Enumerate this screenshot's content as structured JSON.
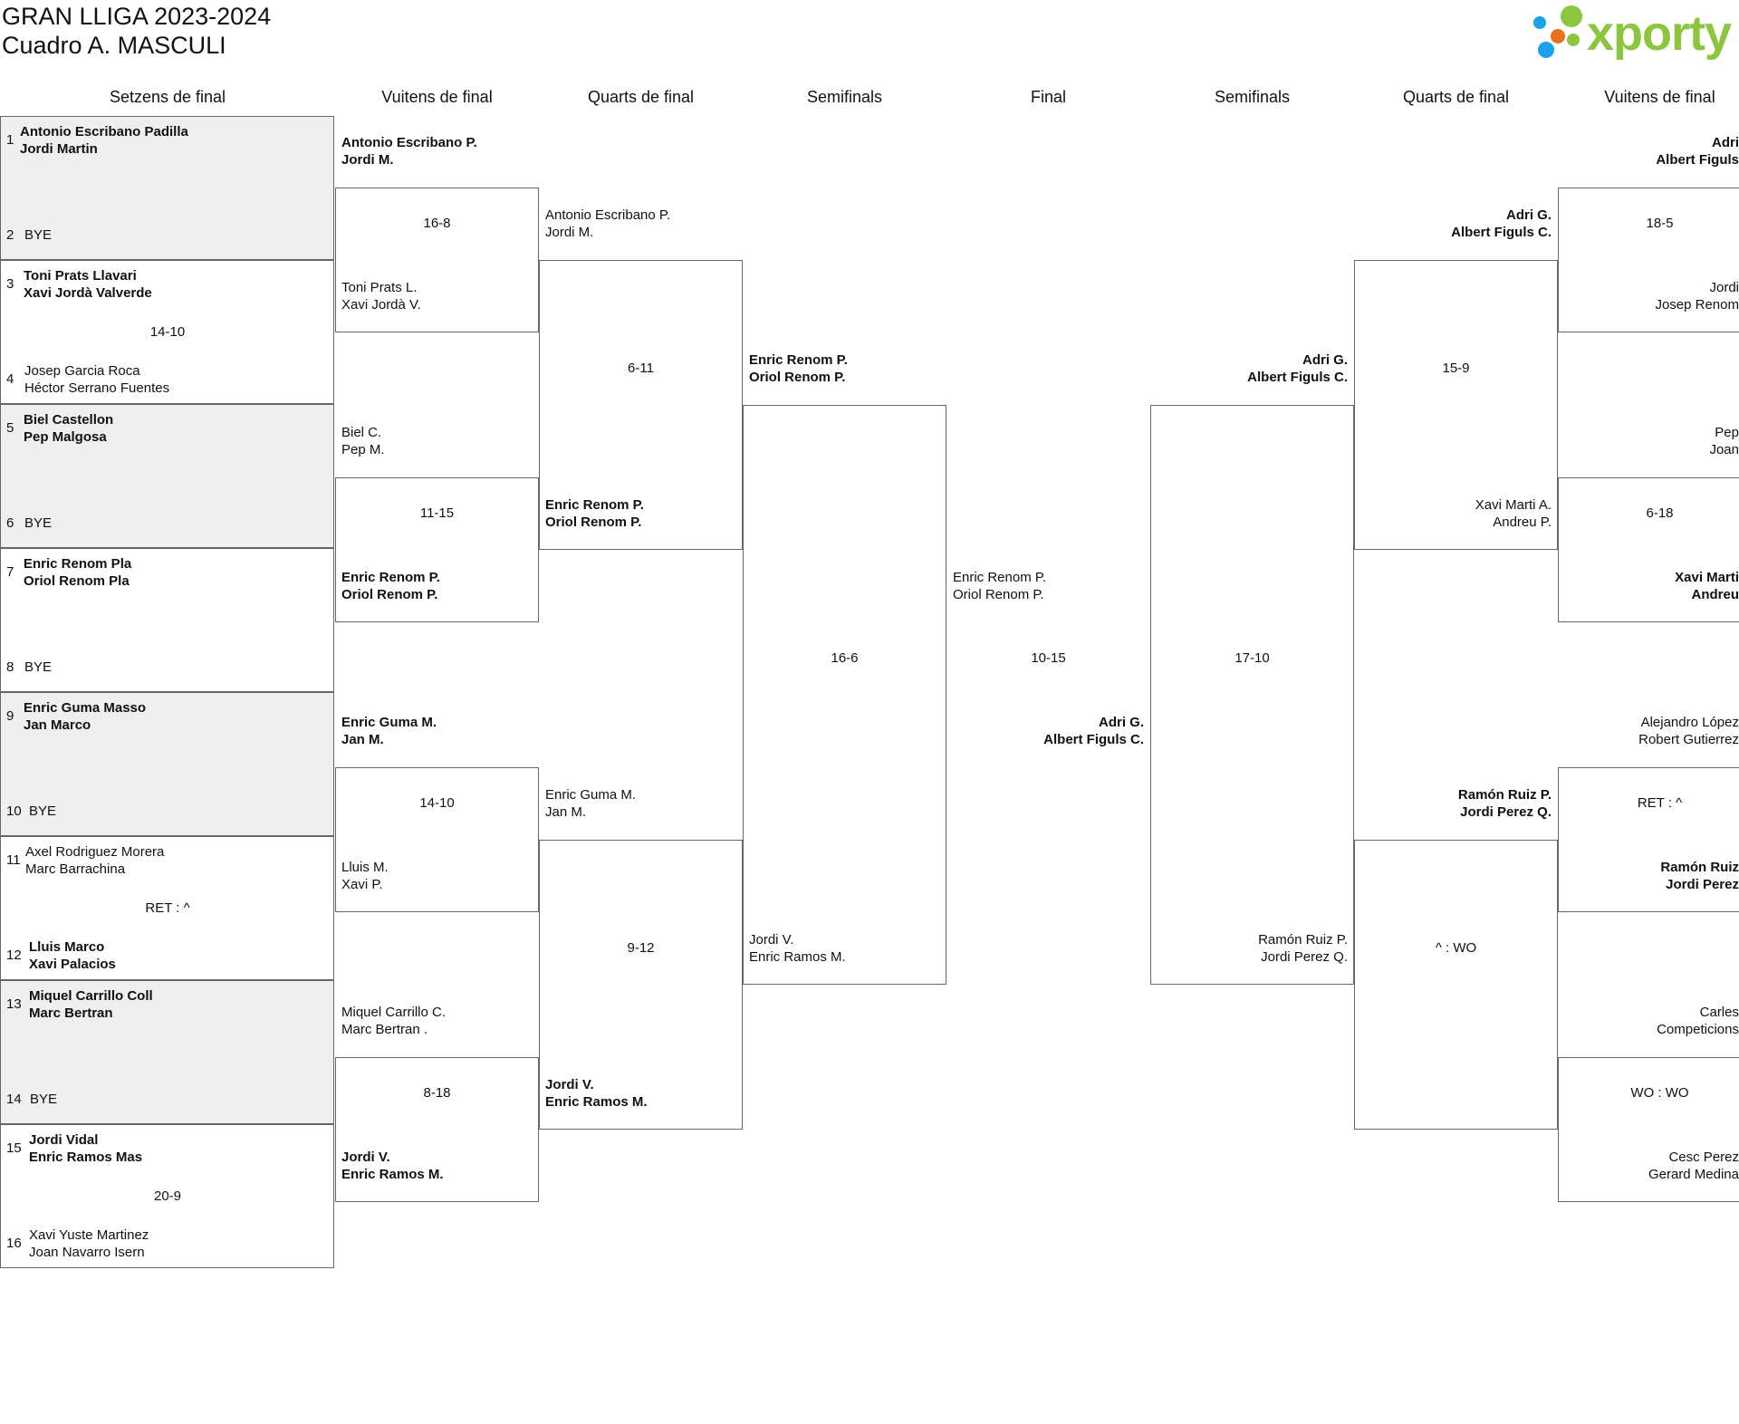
{
  "header": {
    "title": "GRAN LLIGA 2023-2024",
    "subtitle": "Cuadro A. MASCULI",
    "logo_text": "xporty",
    "logo_colors": [
      "#1aa3e8",
      "#e8721a",
      "#8cc63f"
    ]
  },
  "columns": [
    "Setzens de final",
    "Vuitens de final",
    "Quarts de final",
    "Semifinals",
    "Final",
    "Semifinals",
    "Quarts de final",
    "Vuitens de final"
  ],
  "r32": [
    {
      "seed": "1",
      "names": [
        "Antonio Escribano Padilla",
        "Jordi Martin"
      ],
      "win": true
    },
    {
      "seed": "2",
      "names": [
        "BYE"
      ],
      "win": false
    },
    {
      "seed": "3",
      "names": [
        "Toni Prats Llavari",
        "Xavi Jordà Valverde"
      ],
      "win": true
    },
    {
      "seed": "4",
      "names": [
        "Josep Garcia Roca",
        "Héctor Serrano Fuentes"
      ],
      "win": false
    },
    {
      "seed": "5",
      "names": [
        "Biel Castellon",
        "Pep Malgosa"
      ],
      "win": true
    },
    {
      "seed": "6",
      "names": [
        "BYE"
      ],
      "win": false
    },
    {
      "seed": "7",
      "names": [
        "Enric Renom Pla",
        "Oriol Renom Pla"
      ],
      "win": true
    },
    {
      "seed": "8",
      "names": [
        "BYE"
      ],
      "win": false
    },
    {
      "seed": "9",
      "names": [
        "Enric Guma Masso",
        "Jan Marco"
      ],
      "win": true
    },
    {
      "seed": "10",
      "names": [
        "BYE"
      ],
      "win": false
    },
    {
      "seed": "11",
      "names": [
        "Axel Rodriguez Morera",
        "Marc Barrachina"
      ],
      "win": false
    },
    {
      "seed": "12",
      "names": [
        "Lluis Marco",
        "Xavi Palacios"
      ],
      "win": true
    },
    {
      "seed": "13",
      "names": [
        "Miquel Carrillo Coll",
        "Marc Bertran"
      ],
      "win": true
    },
    {
      "seed": "14",
      "names": [
        "BYE"
      ],
      "win": false
    },
    {
      "seed": "15",
      "names": [
        "Jordi Vidal",
        "Enric Ramos Mas"
      ],
      "win": true
    },
    {
      "seed": "16",
      "names": [
        "Xavi Yuste Martinez",
        "Joan Navarro Isern"
      ],
      "win": false
    }
  ],
  "r32_scores": [
    "",
    "14-10",
    "",
    "",
    "",
    "RET : ^",
    "",
    "20-9"
  ],
  "r16_left": [
    {
      "names": [
        "Antonio Escribano P.",
        "Jordi M."
      ],
      "win": true
    },
    {
      "names": [
        "Toni Prats L.",
        "Xavi Jordà V."
      ],
      "win": false
    },
    {
      "names": [
        "Biel C.",
        "Pep M."
      ],
      "win": false
    },
    {
      "names": [
        "Enric Renom P.",
        "Oriol Renom P."
      ],
      "win": true
    },
    {
      "names": [
        "Enric Guma M.",
        "Jan M."
      ],
      "win": true
    },
    {
      "names": [
        "Lluis M.",
        "Xavi P."
      ],
      "win": false
    },
    {
      "names": [
        "Miquel Carrillo C.",
        "Marc Bertran ."
      ],
      "win": false
    },
    {
      "names": [
        "Jordi V.",
        "Enric Ramos M."
      ],
      "win": true
    }
  ],
  "r16_left_scores": [
    "16-8",
    "11-15",
    "14-10",
    "8-18"
  ],
  "qf_left": [
    {
      "names": [
        "Antonio Escribano P.",
        "Jordi M."
      ],
      "win": false
    },
    {
      "names": [
        "Enric Renom P.",
        "Oriol Renom P."
      ],
      "win": true
    },
    {
      "names": [
        "Enric Guma M.",
        "Jan M."
      ],
      "win": false
    },
    {
      "names": [
        "Jordi V.",
        "Enric Ramos M."
      ],
      "win": true
    }
  ],
  "qf_left_scores": [
    "6-11",
    "9-12"
  ],
  "sf_left": [
    {
      "names": [
        "Enric Renom P.",
        "Oriol Renom P."
      ],
      "win": true
    },
    {
      "names": [
        "Jordi V.",
        "Enric Ramos M."
      ],
      "win": false
    }
  ],
  "sf_left_score": "16-6",
  "final": {
    "left": {
      "names": [
        "Enric Renom P.",
        "Oriol Renom P."
      ],
      "win": false
    },
    "right": {
      "names": [
        "Adri G.",
        "Albert Figuls C."
      ],
      "win": true
    },
    "score": "10-15"
  },
  "sf_right": [
    {
      "names": [
        "Adri G.",
        "Albert Figuls C."
      ],
      "win": true
    },
    {
      "names": [
        "Ramón Ruiz P.",
        "Jordi Perez Q."
      ],
      "win": false
    }
  ],
  "sf_right_score": "17-10",
  "qf_right": [
    {
      "names": [
        "Adri G.",
        "Albert Figuls C."
      ],
      "win": true
    },
    {
      "names": [
        "Xavi Marti A.",
        "Andreu P."
      ],
      "win": false
    },
    {
      "names": [
        "Ramón Ruiz P.",
        "Jordi Perez Q."
      ],
      "win": true
    },
    {
      "names": [
        "",
        ""
      ],
      "win": false
    }
  ],
  "qf_right_scores": [
    "15-9",
    "^ : WO"
  ],
  "r16_right": [
    {
      "names": [
        "Adri",
        "Albert Figuls"
      ],
      "win": true
    },
    {
      "names": [
        "Jordi",
        "Josep Renom"
      ],
      "win": false
    },
    {
      "names": [
        "Pep",
        "Joan"
      ],
      "win": false
    },
    {
      "names": [
        "Xavi Marti",
        "Andreu"
      ],
      "win": true
    },
    {
      "names": [
        "Alejandro López",
        "Robert Gutierrez"
      ],
      "win": false
    },
    {
      "names": [
        "Ramón Ruiz",
        "Jordi Perez"
      ],
      "win": true
    },
    {
      "names": [
        "Carles",
        "Competicions"
      ],
      "win": false
    },
    {
      "names": [
        "Cesc Perez",
        "Gerard Medina"
      ],
      "win": false
    }
  ],
  "r16_right_scores": [
    "18-5",
    "6-18",
    "RET : ^",
    "WO : WO"
  ]
}
